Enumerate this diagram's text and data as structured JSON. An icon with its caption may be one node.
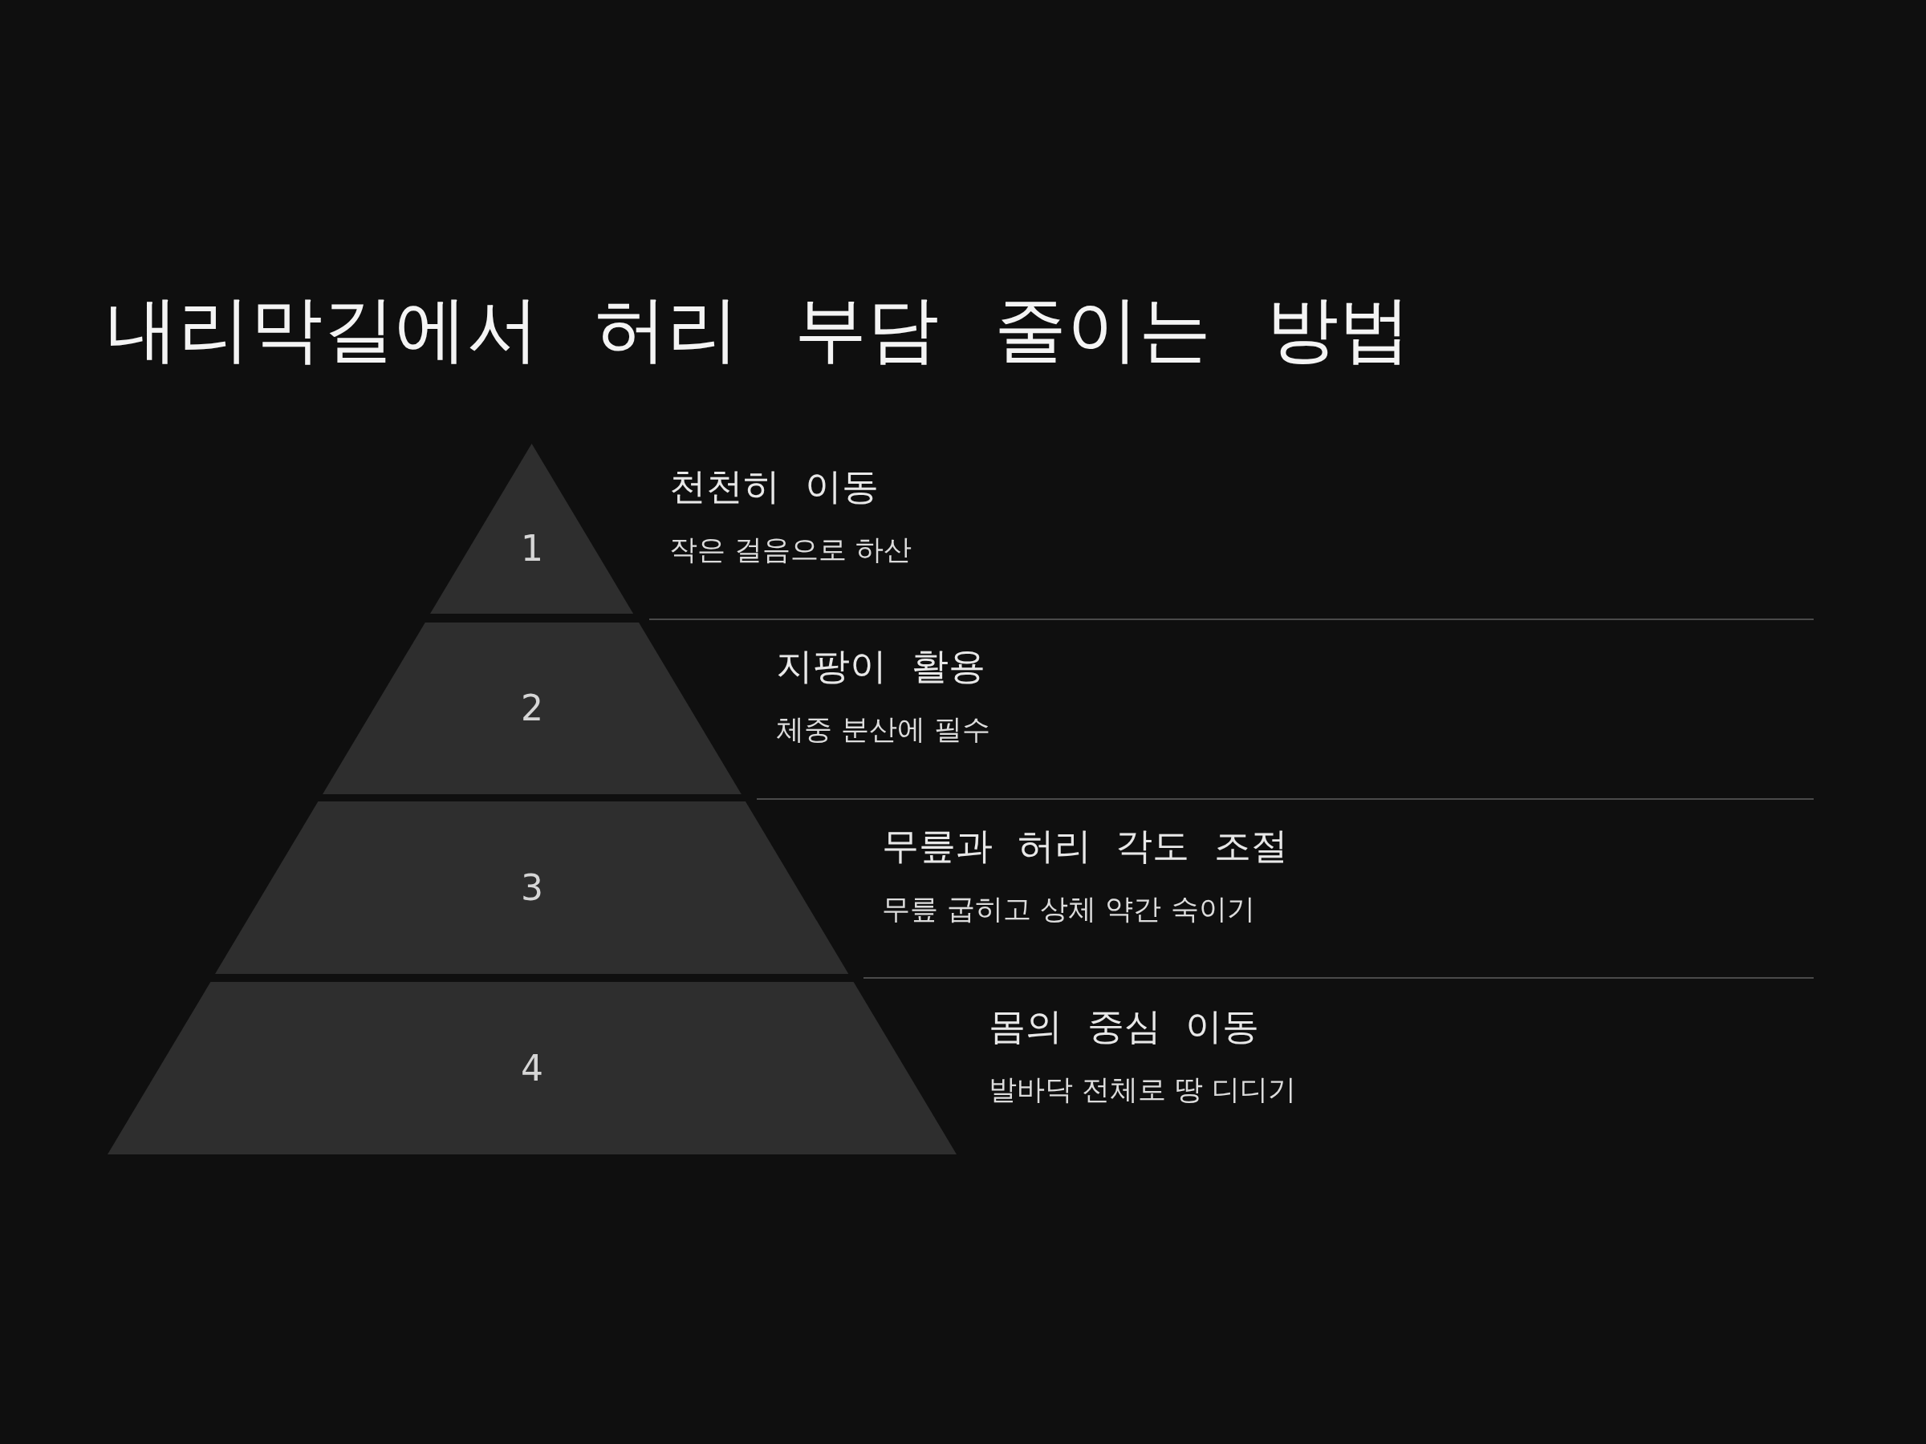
{
  "diagram": {
    "title": "내리막길에서 허리 부담 줄이는 방법",
    "nodes": [
      {
        "text": [
          "1"
        ],
        "beside": [
          "천천히 이동",
          "작은 걸음으로 하산"
        ]
      },
      {
        "text": [
          "2"
        ],
        "beside": [
          "지팡이 활용",
          "체중 분산에 필수"
        ]
      },
      {
        "text": [
          "3"
        ],
        "beside": [
          "무릎과 허리 각도 조절",
          "무릎 굽히고 상체 약간 숙이기"
        ]
      },
      {
        "text": [
          "4"
        ],
        "beside": [
          "몸의 중심 이동",
          "발바닥 전체로 땅 디디기"
        ]
      }
    ]
  }
}
